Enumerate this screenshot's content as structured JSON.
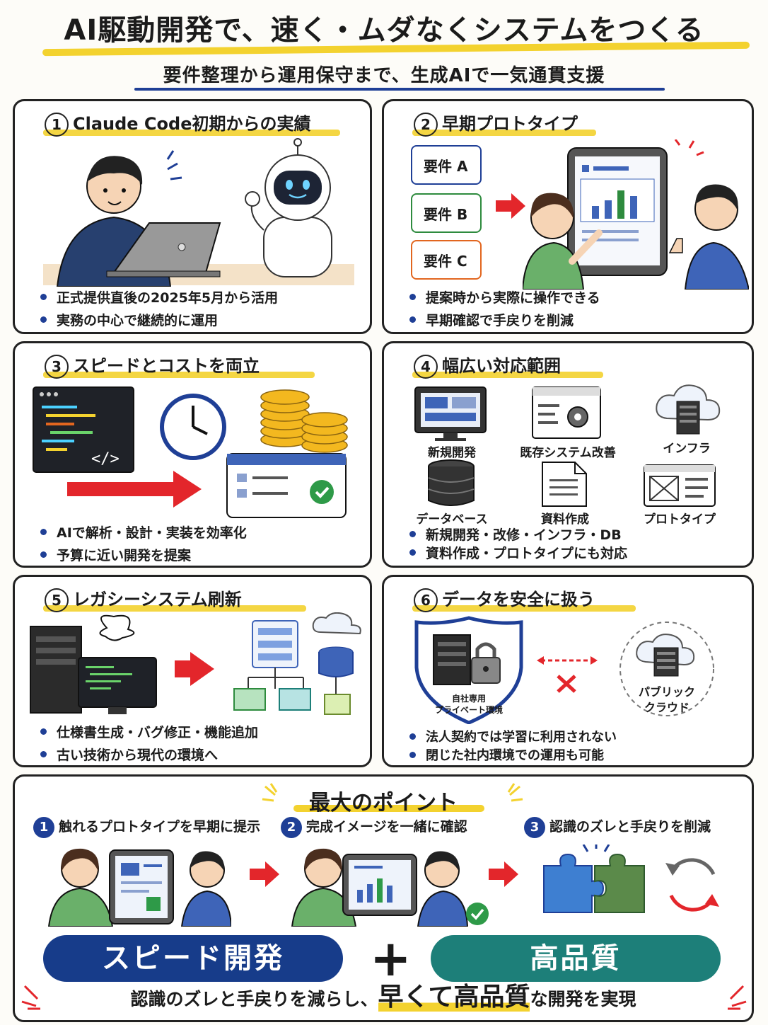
{
  "header": {
    "title": "AI駆動開発で、速く・ムダなくシステムをつくる",
    "subtitle": "要件整理から運用保守まで、生成AIで一気通貫支援"
  },
  "cards": [
    {
      "num": "1",
      "title": "Claude Code初期からの実績",
      "bullets": [
        "正式提供直後の2025年5月から活用",
        "実務の中心で継続的に運用"
      ]
    },
    {
      "num": "2",
      "title": "早期プロトタイプ",
      "requirements": [
        "要件 A",
        "要件 B",
        "要件 C"
      ],
      "bullets": [
        "提案時から実際に操作できる",
        "早期確認で手戻りを削減"
      ]
    },
    {
      "num": "3",
      "title": "スピードとコストを両立",
      "bullets": [
        "AIで解析・設計・実装を効率化",
        "予算に近い開発を提案"
      ]
    },
    {
      "num": "4",
      "title": "幅広い対応範囲",
      "icons": [
        "新規開発",
        "既存システム改善",
        "インフラ",
        "データベース",
        "資料作成",
        "プロトタイプ"
      ],
      "bullets": [
        "新規開発・改修・インフラ・DB",
        "資料作成・プロトタイプにも対応"
      ]
    },
    {
      "num": "5",
      "title": "レガシーシステム刷新",
      "bullets": [
        "仕様書生成・バグ修正・機能追加",
        "古い技術から現代の環境へ"
      ]
    },
    {
      "num": "6",
      "title": "データを安全に扱う",
      "private_label_1": "自社専用",
      "private_label_2": "プライベート環境",
      "public_label_1": "パブリック",
      "public_label_2": "クラウド",
      "bullets": [
        "法人契約では学習に利用されない",
        "閉じた社内環境での運用も可能"
      ]
    }
  ],
  "point": {
    "title": "最大のポイント",
    "steps": [
      {
        "num": "1",
        "label": "触れるプロトタイプを早期に提示"
      },
      {
        "num": "2",
        "label": "完成イメージを一緒に確認"
      },
      {
        "num": "3",
        "label": "認識のズレと手戻りを削減"
      }
    ],
    "pill_speed": "スピード開発",
    "plus": "+",
    "pill_quality": "高品質",
    "msg_pre": "認識のズレと手戻りを減らし、",
    "msg_em": "早くて高品質",
    "msg_post": "な開発を実現"
  },
  "colors": {
    "navy": "#1f3f96",
    "teal": "#1d7f79",
    "yellow": "#f3d22f",
    "red": "#e3262b",
    "green": "#2e9a48"
  }
}
